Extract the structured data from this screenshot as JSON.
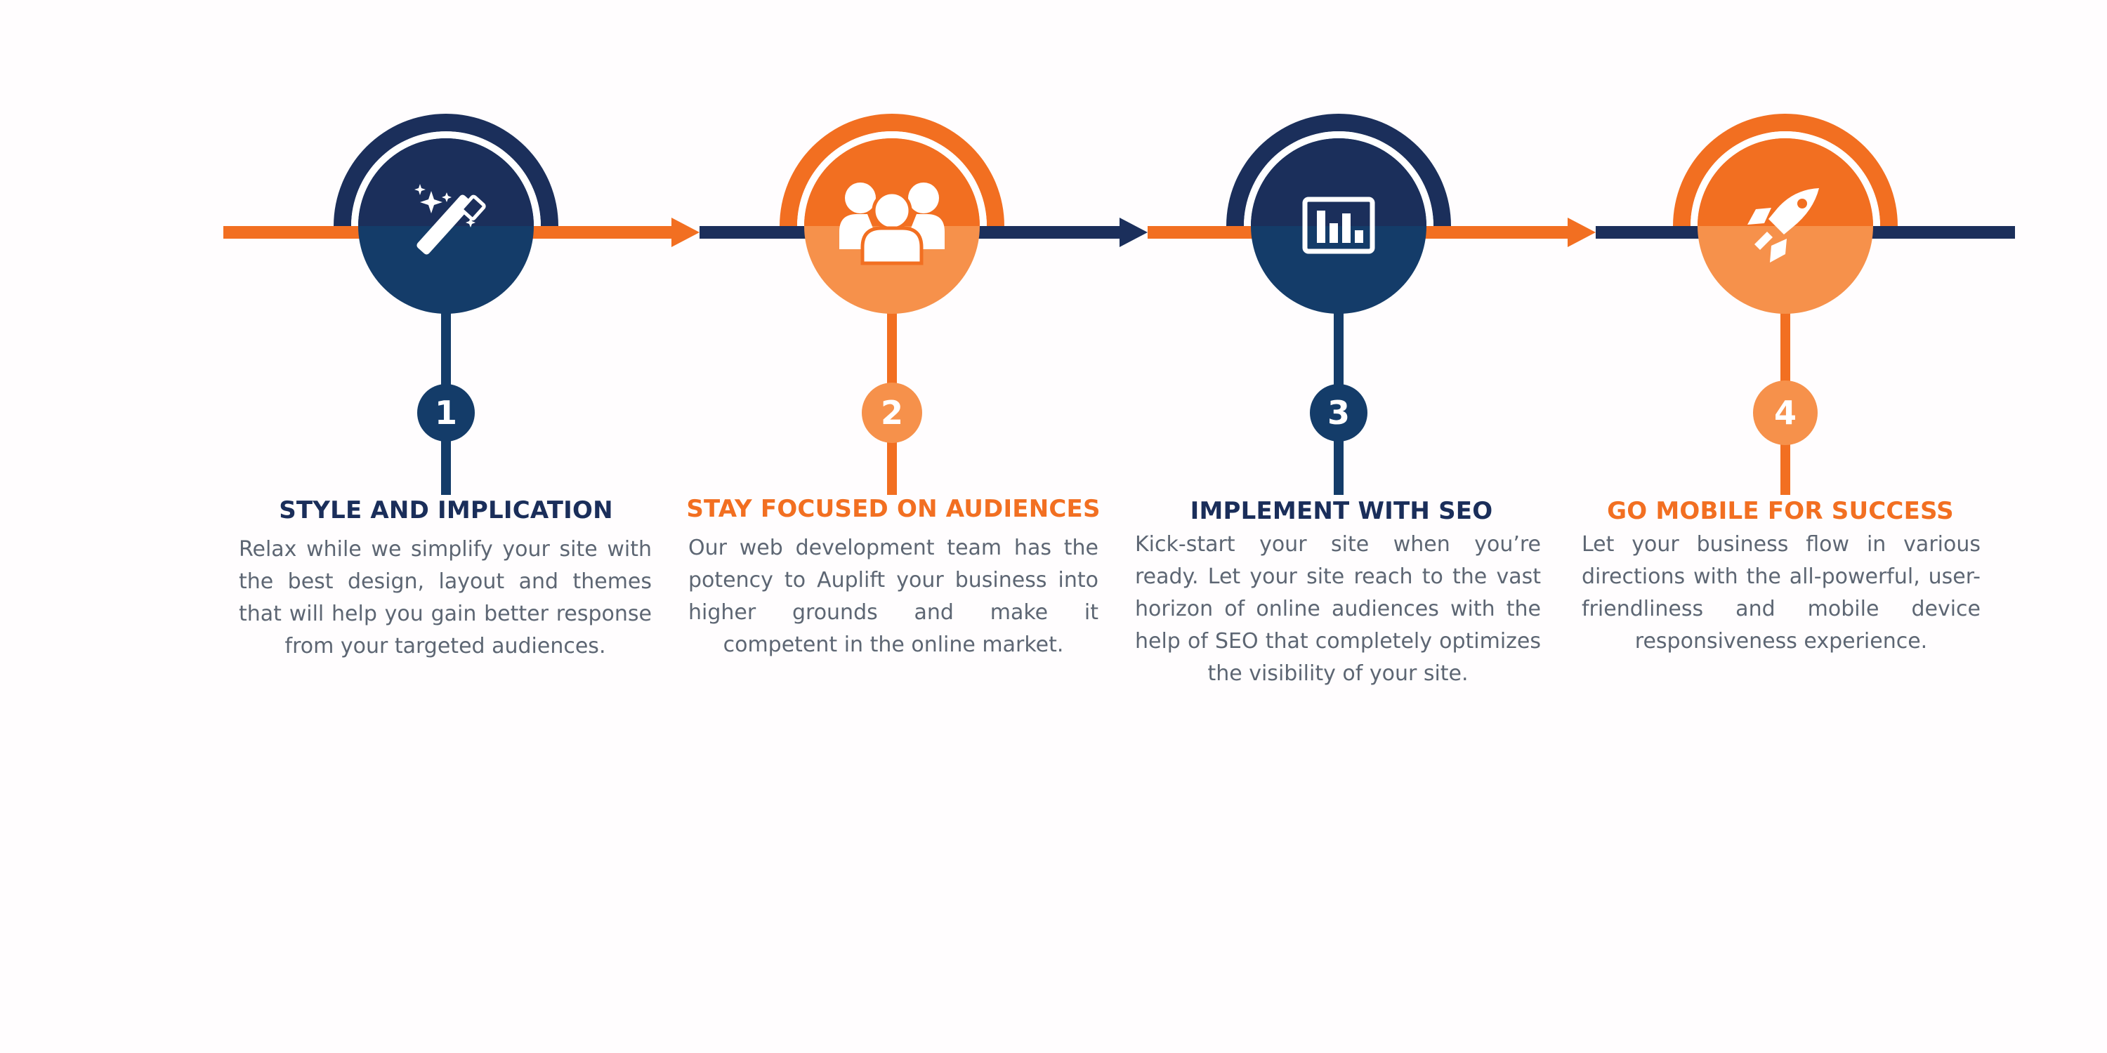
{
  "colors": {
    "navy": "#1b2f5b",
    "navy_light": "#143c69",
    "orange": "#f26f21",
    "orange_light": "#f6914b",
    "text": "#5d6673"
  },
  "steps": [
    {
      "number": "1",
      "title": "STYLE AND IMPLICATION",
      "description": "Relax while we simplify your site with the best design, layout and themes that will help you gain better response from your targeted audiences.",
      "icon": "magic-wand-icon",
      "theme": "navy"
    },
    {
      "number": "2",
      "title": "STAY FOCUSED ON  AUDIENCES",
      "description": "Our web development team has the potency to Auplift your business into higher grounds and make it competent in the online market.",
      "icon": "users-group-icon",
      "theme": "orange"
    },
    {
      "number": "3",
      "title": "IMPLEMENT WITH SEO",
      "description": "Kick-start your site when you’re ready. Let your site reach to the vast horizon of online audiences with the help of SEO that completely optimizes the visibility of your site.",
      "icon": "bar-chart-icon",
      "theme": "navy"
    },
    {
      "number": "4",
      "title": "GO MOBILE FOR SUCCESS",
      "description": "Let your business flow in various directions with the all-powerful, user-friendliness and mobile device responsiveness experience.",
      "icon": "rocket-icon",
      "theme": "orange"
    }
  ]
}
